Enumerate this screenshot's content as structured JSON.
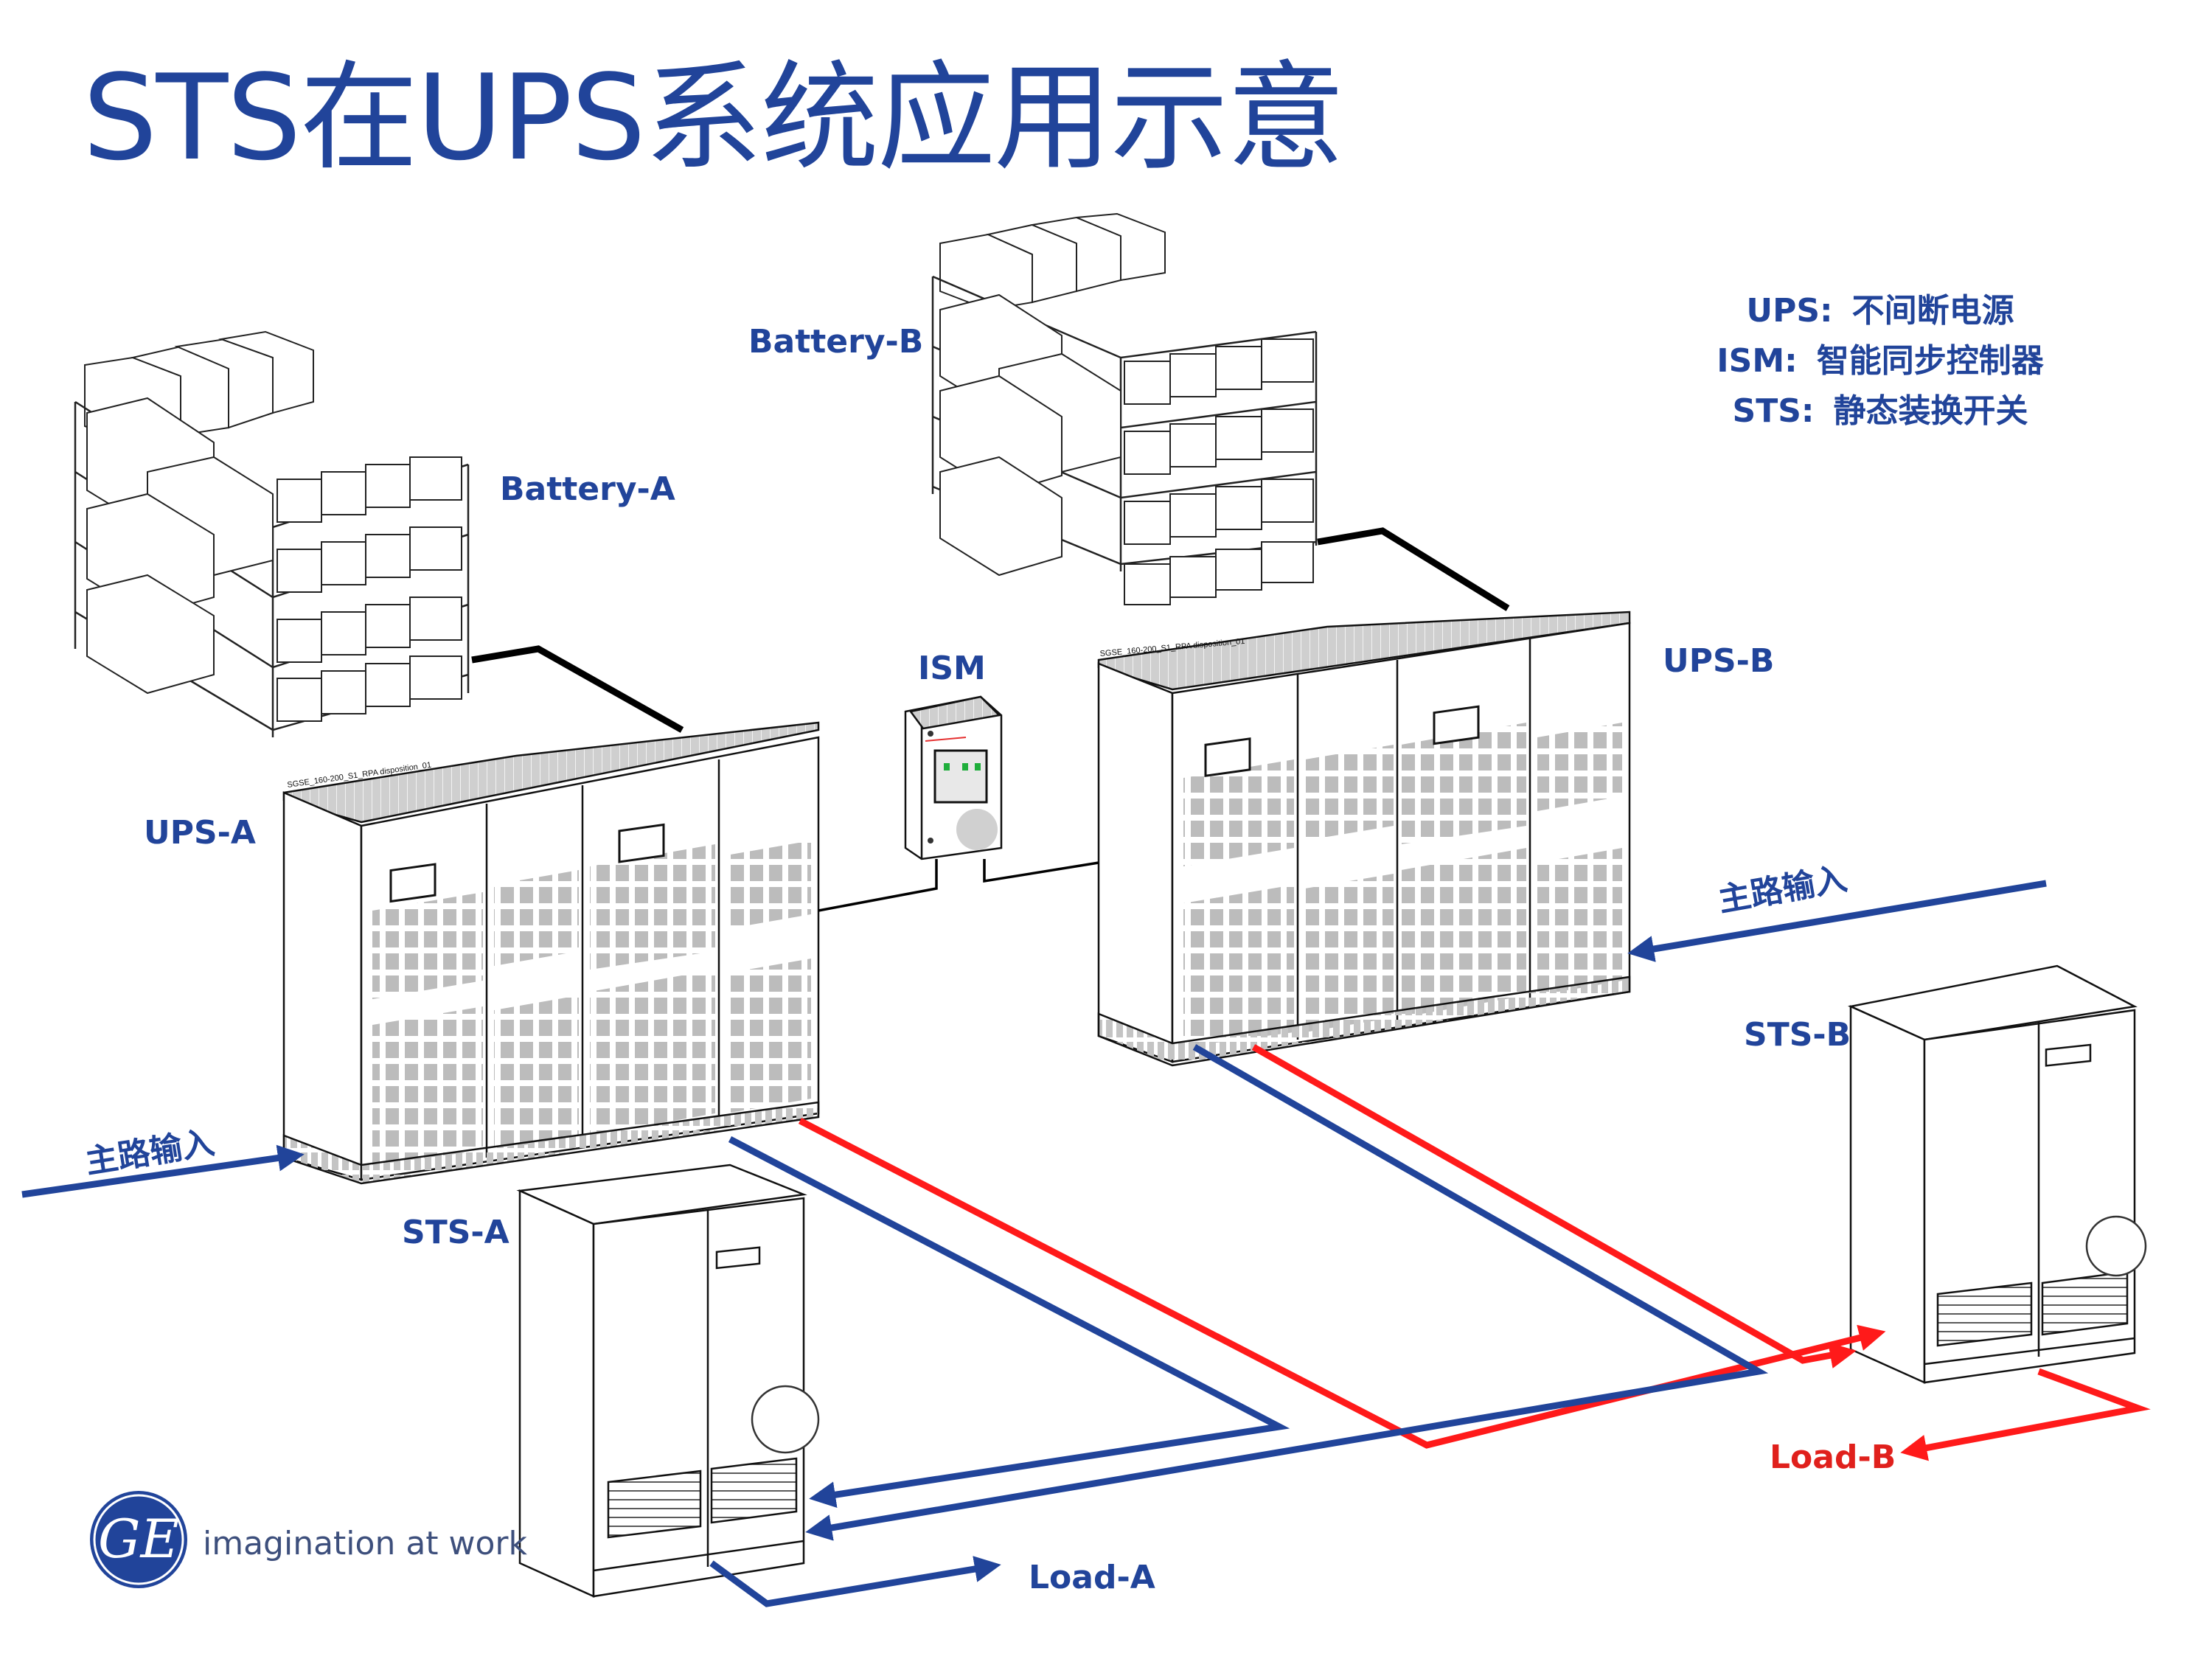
{
  "title": "STS在UPS系统应用示意",
  "legend": [
    {
      "abbr": "UPS:",
      "meaning": "不间断电源"
    },
    {
      "abbr": "ISM:",
      "meaning": "智能同步控制器"
    },
    {
      "abbr": "STS:",
      "meaning": "静态装换开关"
    }
  ],
  "labels": {
    "battery_a": "Battery-A",
    "battery_b": "Battery-B",
    "ism": "ISM",
    "ups_a": "UPS-A",
    "ups_b": "UPS-B",
    "sts_a": "STS-A",
    "sts_b": "STS-B",
    "mains_input_a": "主路输入",
    "mains_input_b": "主路输入",
    "load_a": "Load-A",
    "load_b": "Load-B"
  },
  "cabinet_model_text": "SGSE_160-200_S1_RPA disposition_01",
  "brand": {
    "logo_icon": "ge-monogram-icon",
    "tagline": "imagination at work"
  },
  "colors": {
    "brand_blue": "#21449a",
    "path_blue": "#21449a",
    "path_red": "#ff1a1a",
    "label_red": "#e0201c",
    "cable_black": "#000000"
  }
}
